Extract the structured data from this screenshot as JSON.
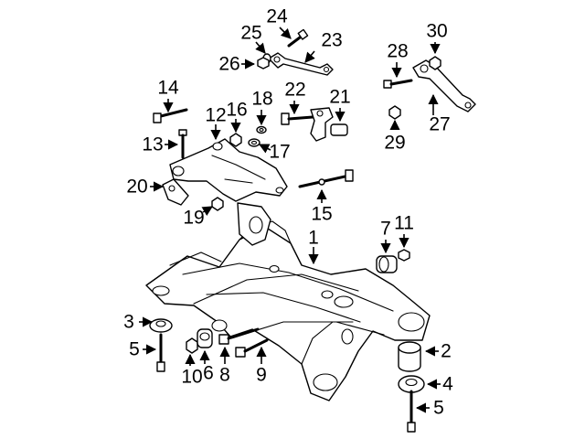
{
  "callouts": [
    {
      "id": "1",
      "label": "1"
    },
    {
      "id": "2",
      "label": "2"
    },
    {
      "id": "3",
      "label": "3"
    },
    {
      "id": "4",
      "label": "4"
    },
    {
      "id": "5a",
      "label": "5"
    },
    {
      "id": "5b",
      "label": "5"
    },
    {
      "id": "6",
      "label": "6"
    },
    {
      "id": "7",
      "label": "7"
    },
    {
      "id": "8",
      "label": "8"
    },
    {
      "id": "9",
      "label": "9"
    },
    {
      "id": "10",
      "label": "10"
    },
    {
      "id": "11",
      "label": "11"
    },
    {
      "id": "12",
      "label": "12"
    },
    {
      "id": "13",
      "label": "13"
    },
    {
      "id": "14",
      "label": "14"
    },
    {
      "id": "15",
      "label": "15"
    },
    {
      "id": "16",
      "label": "16"
    },
    {
      "id": "17",
      "label": "17"
    },
    {
      "id": "18",
      "label": "18"
    },
    {
      "id": "19",
      "label": "19"
    },
    {
      "id": "20",
      "label": "20"
    },
    {
      "id": "21",
      "label": "21"
    },
    {
      "id": "22",
      "label": "22"
    },
    {
      "id": "23",
      "label": "23"
    },
    {
      "id": "24",
      "label": "24"
    },
    {
      "id": "25",
      "label": "25"
    },
    {
      "id": "26",
      "label": "26"
    },
    {
      "id": "27",
      "label": "27"
    },
    {
      "id": "28",
      "label": "28"
    },
    {
      "id": "29",
      "label": "29"
    },
    {
      "id": "30",
      "label": "30"
    }
  ]
}
